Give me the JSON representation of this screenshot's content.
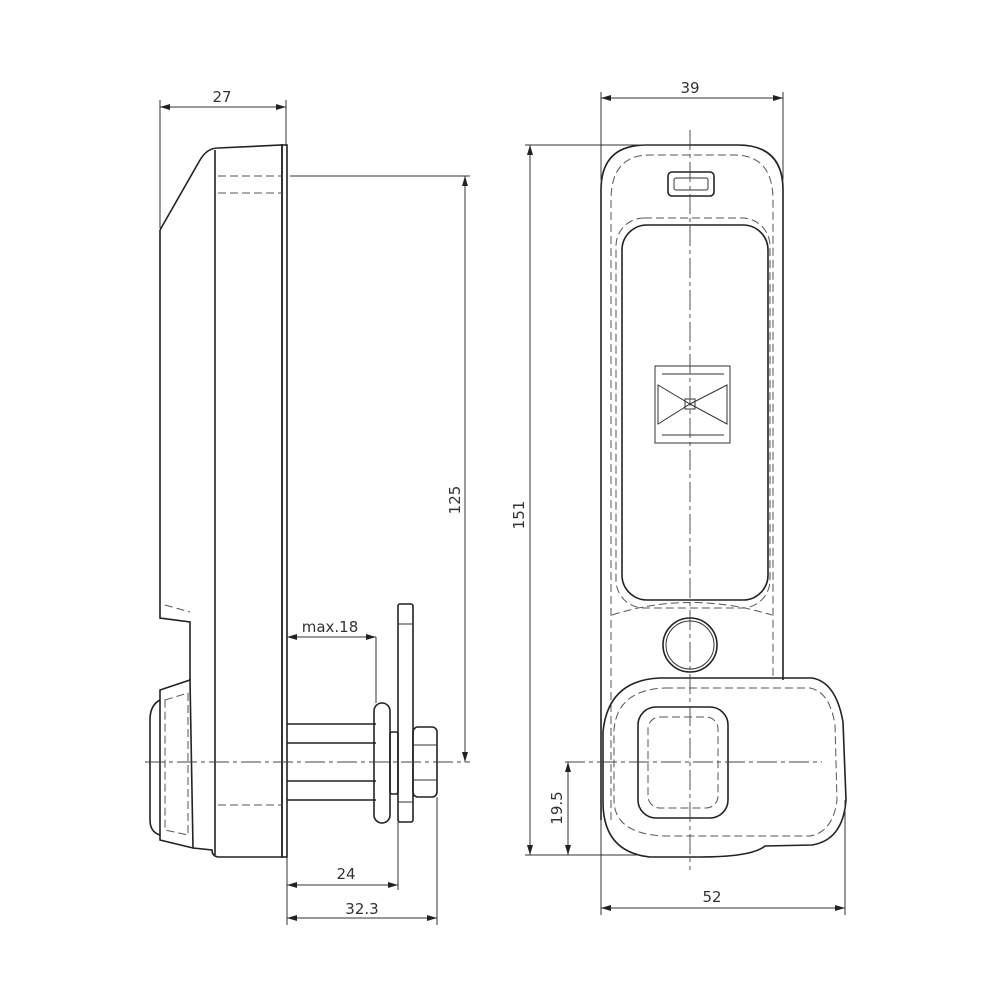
{
  "title": "Lock dimension drawing",
  "side_view": {
    "dims": {
      "width": "27",
      "height": "125",
      "max_door": "max.18",
      "to_plate": "24",
      "total_depth": "32.3"
    }
  },
  "front_view": {
    "dims": {
      "width": "39",
      "height": "151",
      "cam_offset": "19.5",
      "cam_width": "52"
    }
  },
  "colors": {
    "line": "#222222",
    "background": "#ffffff"
  }
}
